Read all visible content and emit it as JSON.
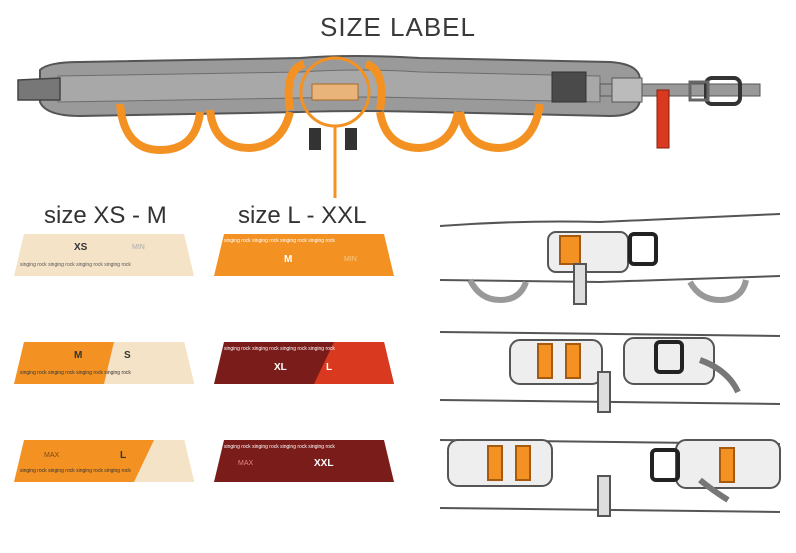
{
  "diagram": {
    "title": "SIZE LABEL",
    "columns": [
      {
        "heading": "size XS - M"
      },
      {
        "heading": "size L - XXL"
      }
    ],
    "labels": [
      {
        "big": "XS",
        "small": "MIN",
        "brand": "singing rock singing rock singing rock singing rock"
      },
      {
        "big": "M",
        "small": "MIN",
        "brand": "singing rock singing rock singing rock singing rock"
      },
      {
        "big": "M",
        "small": "S",
        "brand": "singing rock singing rock singing rock singing rock"
      },
      {
        "big": "XL",
        "small": "L",
        "brand": "singing rock singing rock singing rock singing rock"
      },
      {
        "big": "L",
        "small": "MAX",
        "brand": "singing rock singing rock singing rock singing rock"
      },
      {
        "big": "XXL",
        "small": "MAX",
        "brand": "singing rock singing rock singing rock singing rock"
      }
    ],
    "colors": {
      "orange": "#f39223",
      "dark_orange": "#e07514",
      "gray_belt": "#8a8a8a",
      "dark_gray": "#555555",
      "red": "#d8391f",
      "dark_red": "#7a1c1a",
      "cream": "#f5e3c8"
    }
  }
}
